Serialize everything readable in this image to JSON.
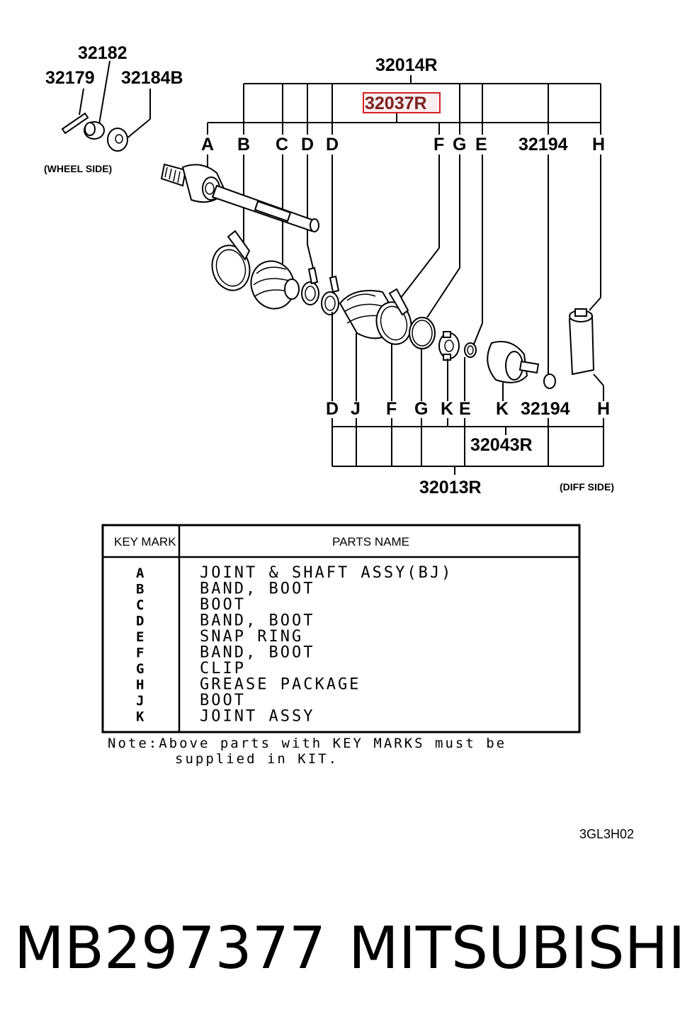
{
  "callouts": {
    "p32182": "32182",
    "p32179": "32179",
    "p32184b": "32184B",
    "p32014r": "32014R",
    "p32037r": "32037R",
    "p32194_top": "32194",
    "p32194_bottom": "32194",
    "p32043r": "32043R",
    "p32013r": "32013R"
  },
  "side_labels": {
    "wheel": "(WHEEL SIDE)",
    "diff": "(DIFF SIDE)"
  },
  "top_letters": [
    "A",
    "B",
    "C",
    "D",
    "D",
    "F",
    "G",
    "E",
    "H"
  ],
  "bottom_letters": [
    "D",
    "J",
    "F",
    "G",
    "K",
    "E",
    "K",
    "H"
  ],
  "highlight_color": "#d42020",
  "table": {
    "header_key": "KEY MARK",
    "header_name": "PARTS NAME",
    "rows": [
      {
        "key": "A",
        "name": "JOINT & SHAFT ASSY(BJ)"
      },
      {
        "key": "B",
        "name": "BAND, BOOT"
      },
      {
        "key": "C",
        "name": "BOOT"
      },
      {
        "key": "D",
        "name": "BAND, BOOT"
      },
      {
        "key": "E",
        "name": "SNAP RING"
      },
      {
        "key": "F",
        "name": "BAND, BOOT"
      },
      {
        "key": "G",
        "name": "CLIP"
      },
      {
        "key": "H",
        "name": "GREASE PACKAGE"
      },
      {
        "key": "J",
        "name": "BOOT"
      },
      {
        "key": "K",
        "name": "JOINT ASSY"
      }
    ]
  },
  "note": {
    "line1": "Note:Above parts with KEY MARKS must be",
    "line2": "supplied in KIT."
  },
  "diagram_code": "3GL3H02",
  "part_number": "MB297377",
  "brand": "MITSUBISHI"
}
